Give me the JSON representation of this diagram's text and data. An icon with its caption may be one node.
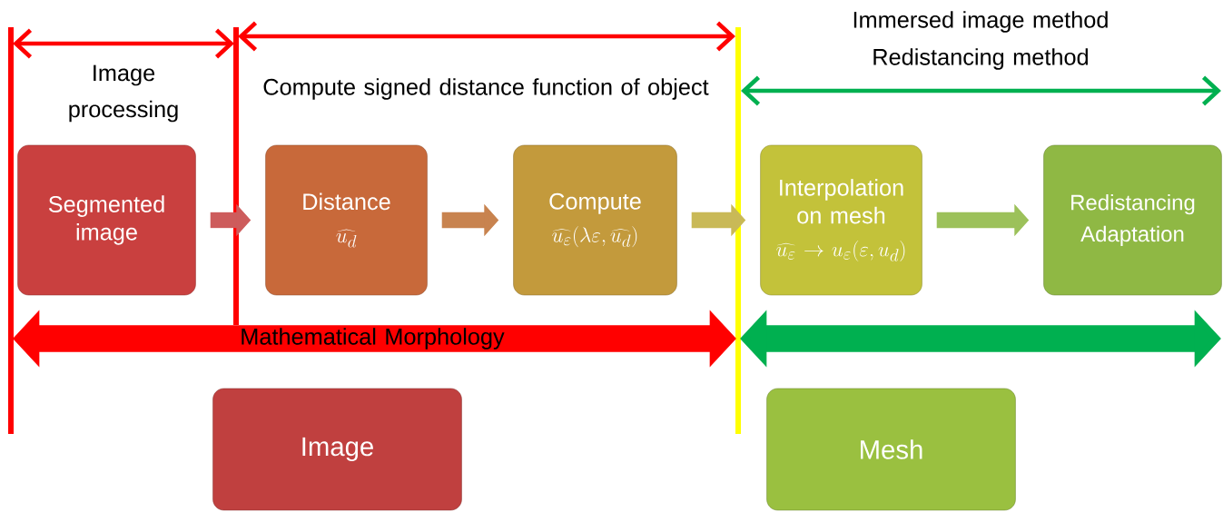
{
  "diagram": {
    "nodes": [
      {
        "text": [
          "Segmented image"
        ]
      },
      {
        "text": [
          "Distance",
          "\\widehat{u_d}"
        ]
      },
      {
        "text": [
          "Compute",
          "\\widehat{u_\\varepsilon}(\\lambda\\varepsilon,\\widehat{u_d})"
        ]
      },
      {
        "text": [
          "Interpolation on mesh",
          "\\widehat{u_\\varepsilon}\\rightarrow u_\\varepsilon(\\varepsilon,u_d)"
        ]
      },
      {
        "text": [
          "Redistancing",
          "Adaptation"
        ]
      },
      {
        "text": [
          "Image"
        ]
      },
      {
        "text": [
          "Mesh"
        ]
      }
    ],
    "edges": [
      {
        "from": 0,
        "to": 1,
        "arrow": "to",
        "color": "#cd5c5c"
      },
      {
        "from": 1,
        "to": 2,
        "arrow": "to",
        "color": "#c8834f"
      },
      {
        "from": 2,
        "to": 3,
        "arrow": "to",
        "color": "#c9b957"
      },
      {
        "from": 3,
        "to": 4,
        "arrow": "to",
        "color": "#9cc15a"
      }
    ],
    "labels": [
      "Image processing",
      "Compute signed distance function of object",
      "Immersed image method",
      "Redistancing method",
      "Mathematical Morphology"
    ]
  }
}
